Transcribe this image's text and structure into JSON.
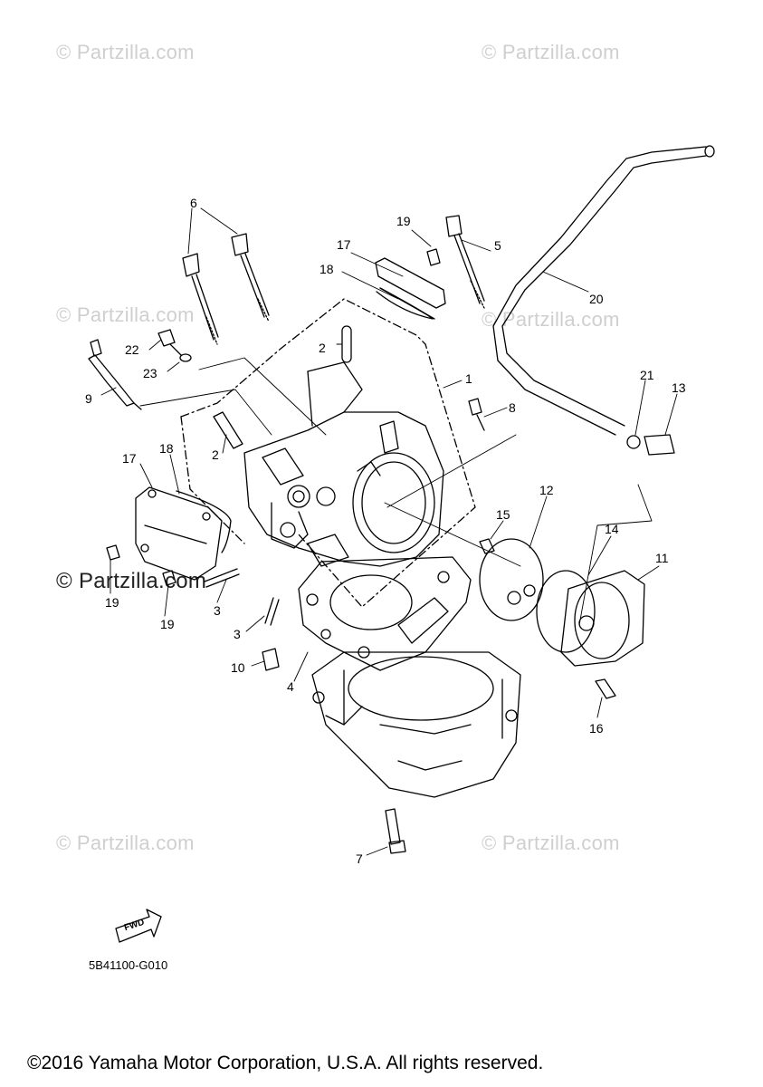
{
  "watermarks": [
    "© Partzilla.com",
    "© Partzilla.com",
    "© Partzilla.com",
    "© Partzilla.com",
    "© Partzilla.com",
    "© Partzilla.com",
    "© Partzilla.com"
  ],
  "callouts": [
    "6",
    "19",
    "5",
    "17",
    "18",
    "20",
    "22",
    "2",
    "23",
    "1",
    "9",
    "21",
    "13",
    "8",
    "17",
    "18",
    "2",
    "12",
    "15",
    "14",
    "11",
    "19",
    "3",
    "19",
    "3",
    "10",
    "4",
    "16",
    "7"
  ],
  "fwd_label": "FWD",
  "part_code": "5B41100-G010",
  "copyright": "©2016 Yamaha Motor Corporation, U.S.A. All rights reserved."
}
